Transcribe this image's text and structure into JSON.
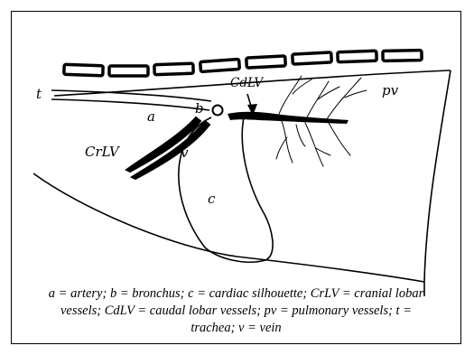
{
  "labels": {
    "t": "t",
    "a": "a",
    "b": "b",
    "v": "v",
    "c": "c",
    "crlv": "CrLV",
    "cdlv": "CdLV",
    "pv": "pv"
  },
  "legend": {
    "lines": [
      "a = artery; b = bronchus; c = cardiac silhouette; CrLV = cranial lobar",
      "vessels; CdLV = caudal lobar vessels; pv = pulmonary vessels; t =",
      "trachea; v = vein"
    ]
  },
  "colors": {
    "line": "#000000",
    "background": "#ffffff"
  }
}
